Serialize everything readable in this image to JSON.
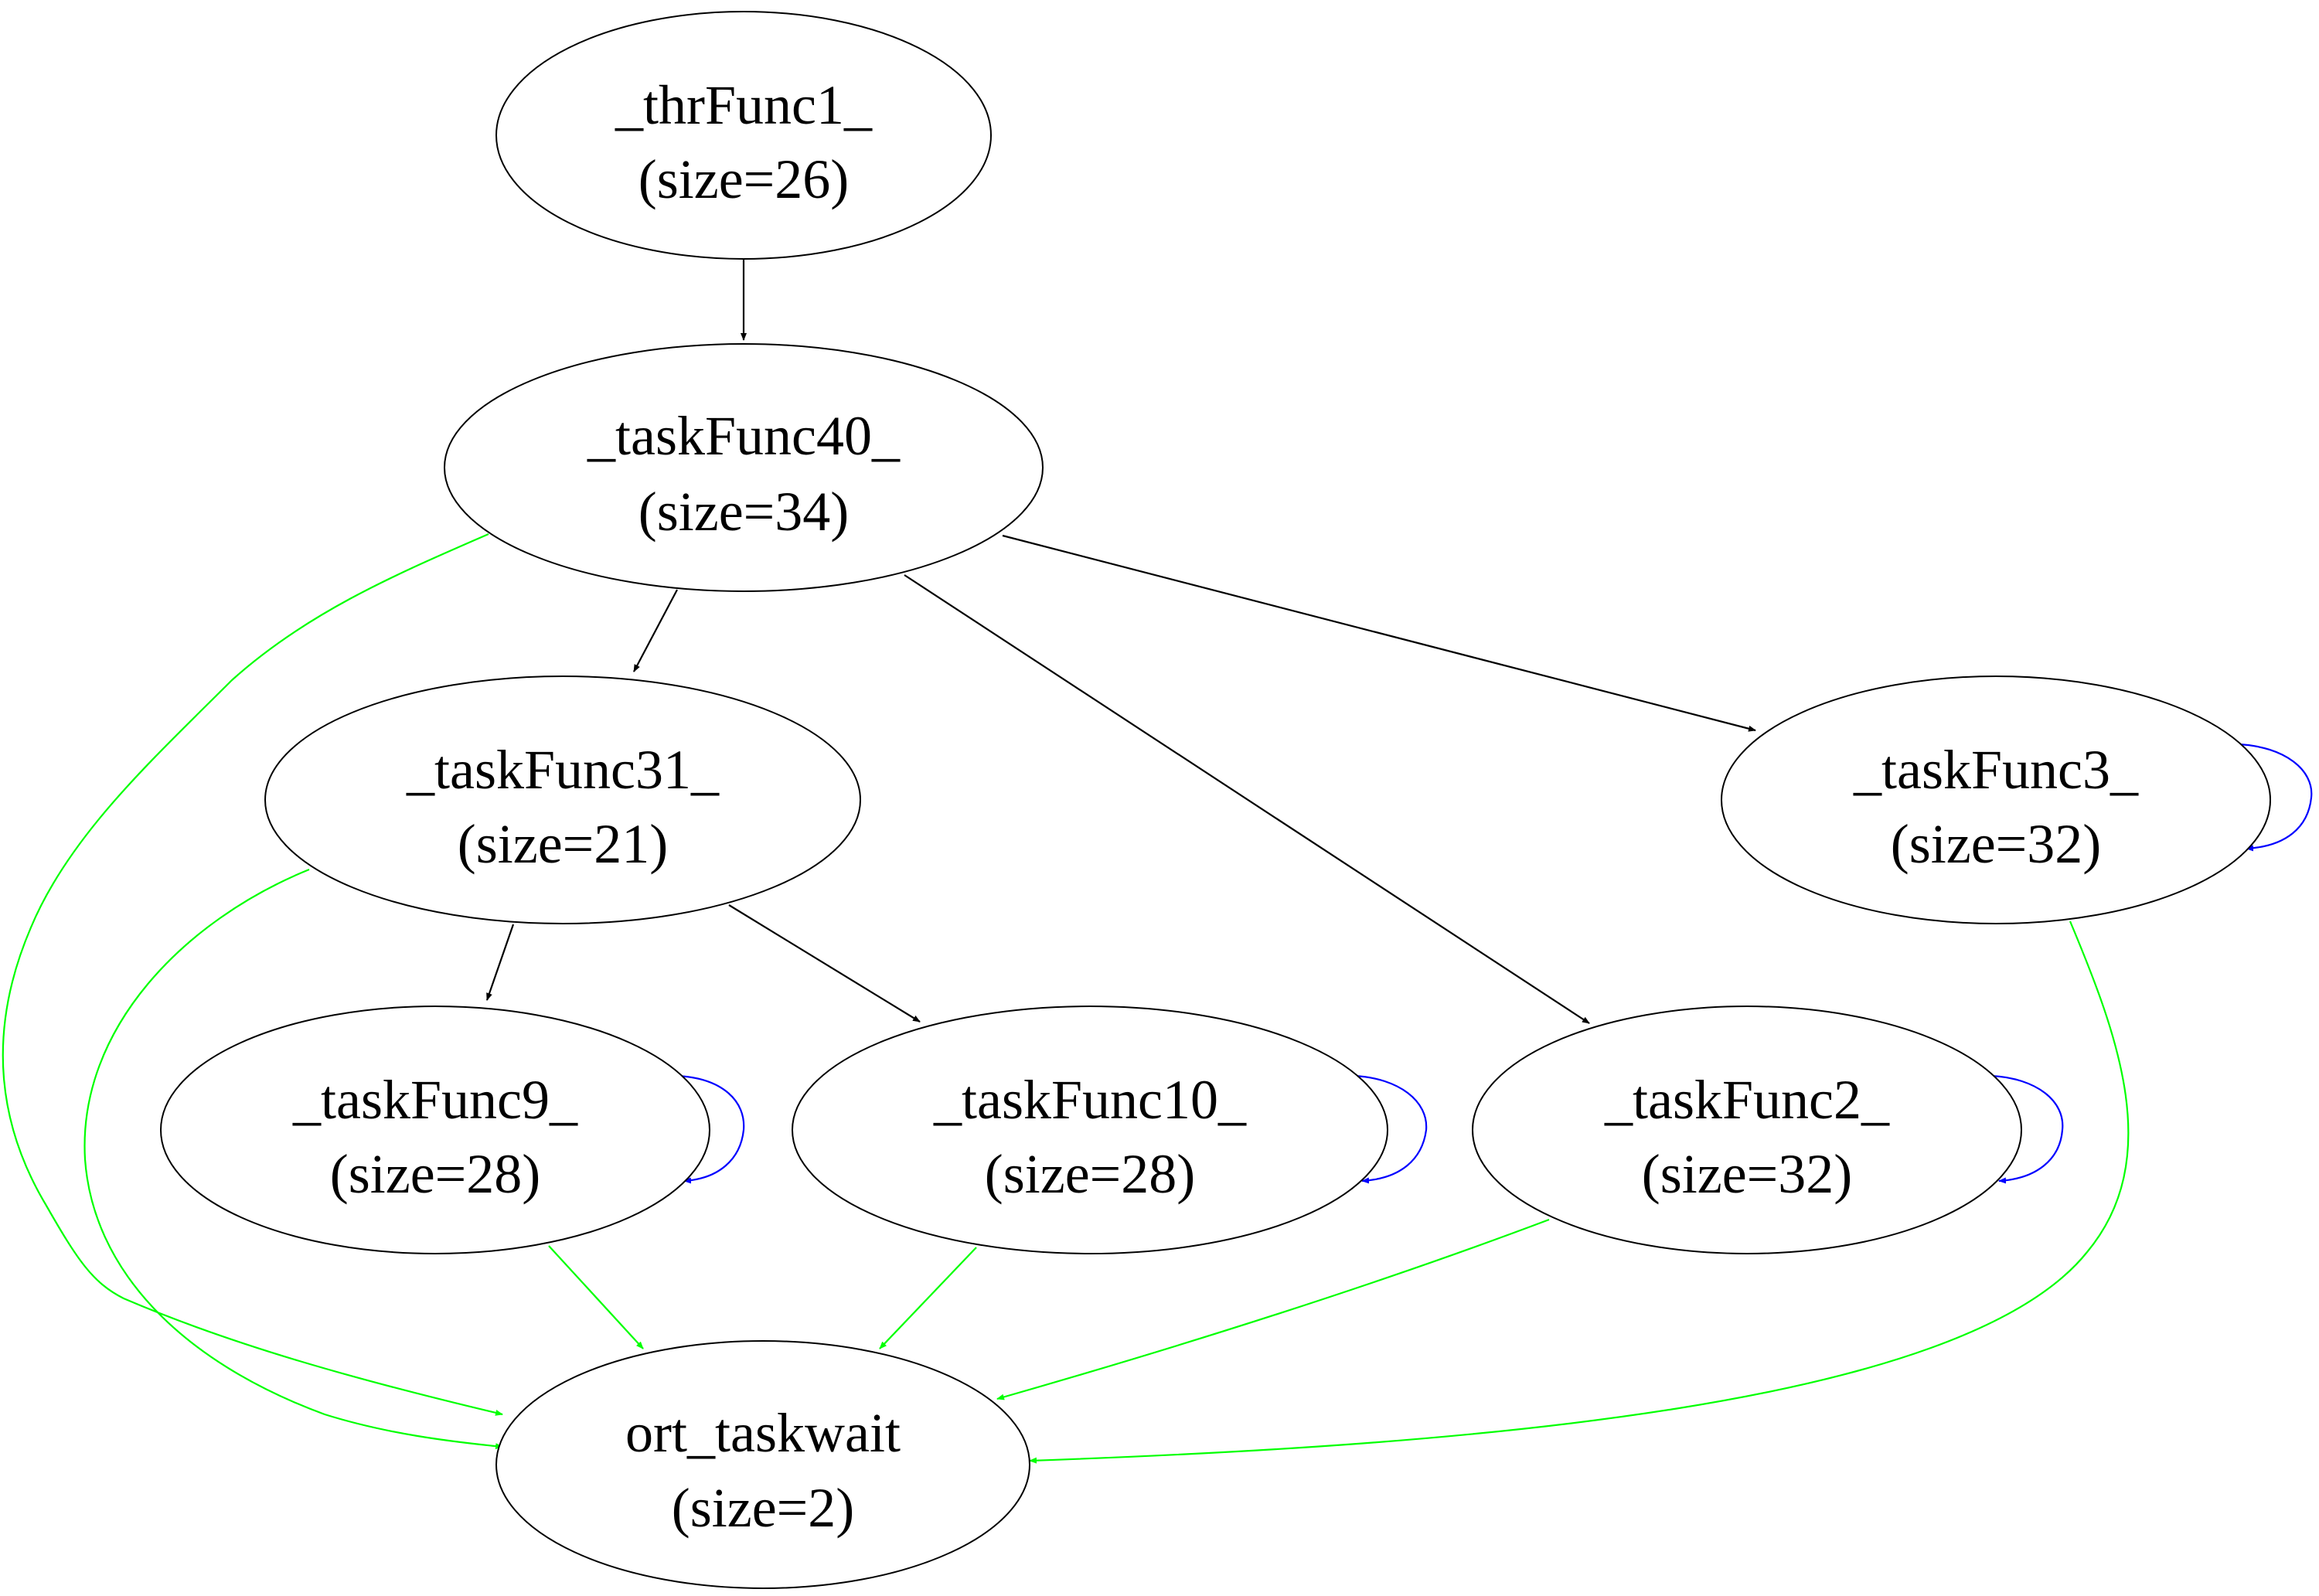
{
  "nodes": [
    {
      "id": "thrFunc1",
      "name": "_thrFunc1_",
      "size": "(size=26)"
    },
    {
      "id": "taskFunc40",
      "name": "_taskFunc40_",
      "size": "(size=34)"
    },
    {
      "id": "taskFunc31",
      "name": "_taskFunc31_",
      "size": "(size=21)"
    },
    {
      "id": "taskFunc3",
      "name": "_taskFunc3_",
      "size": "(size=32)"
    },
    {
      "id": "taskFunc9",
      "name": "_taskFunc9_",
      "size": "(size=28)"
    },
    {
      "id": "taskFunc10",
      "name": "_taskFunc10_",
      "size": "(size=28)"
    },
    {
      "id": "taskFunc2",
      "name": "_taskFunc2_",
      "size": "(size=32)"
    },
    {
      "id": "ort_taskwait",
      "name": "ort_taskwait",
      "size": "(size=2)"
    }
  ],
  "edges": [
    {
      "from": "thrFunc1",
      "to": "taskFunc40",
      "color": "#000000"
    },
    {
      "from": "taskFunc40",
      "to": "taskFunc31",
      "color": "#000000"
    },
    {
      "from": "taskFunc40",
      "to": "taskFunc2",
      "color": "#000000"
    },
    {
      "from": "taskFunc40",
      "to": "taskFunc3",
      "color": "#000000"
    },
    {
      "from": "taskFunc40",
      "to": "ort_taskwait",
      "color": "#00ff00"
    },
    {
      "from": "taskFunc31",
      "to": "taskFunc9",
      "color": "#000000"
    },
    {
      "from": "taskFunc31",
      "to": "taskFunc10",
      "color": "#000000"
    },
    {
      "from": "taskFunc31",
      "to": "ort_taskwait",
      "color": "#00ff00"
    },
    {
      "from": "taskFunc9",
      "to": "ort_taskwait",
      "color": "#00ff00"
    },
    {
      "from": "taskFunc10",
      "to": "ort_taskwait",
      "color": "#00ff00"
    },
    {
      "from": "taskFunc2",
      "to": "ort_taskwait",
      "color": "#00ff00"
    },
    {
      "from": "taskFunc3",
      "to": "ort_taskwait",
      "color": "#00ff00"
    },
    {
      "from": "taskFunc9",
      "to": "taskFunc9",
      "color": "#0000ff"
    },
    {
      "from": "taskFunc10",
      "to": "taskFunc10",
      "color": "#0000ff"
    },
    {
      "from": "taskFunc2",
      "to": "taskFunc2",
      "color": "#0000ff"
    },
    {
      "from": "taskFunc3",
      "to": "taskFunc3",
      "color": "#0000ff"
    }
  ]
}
